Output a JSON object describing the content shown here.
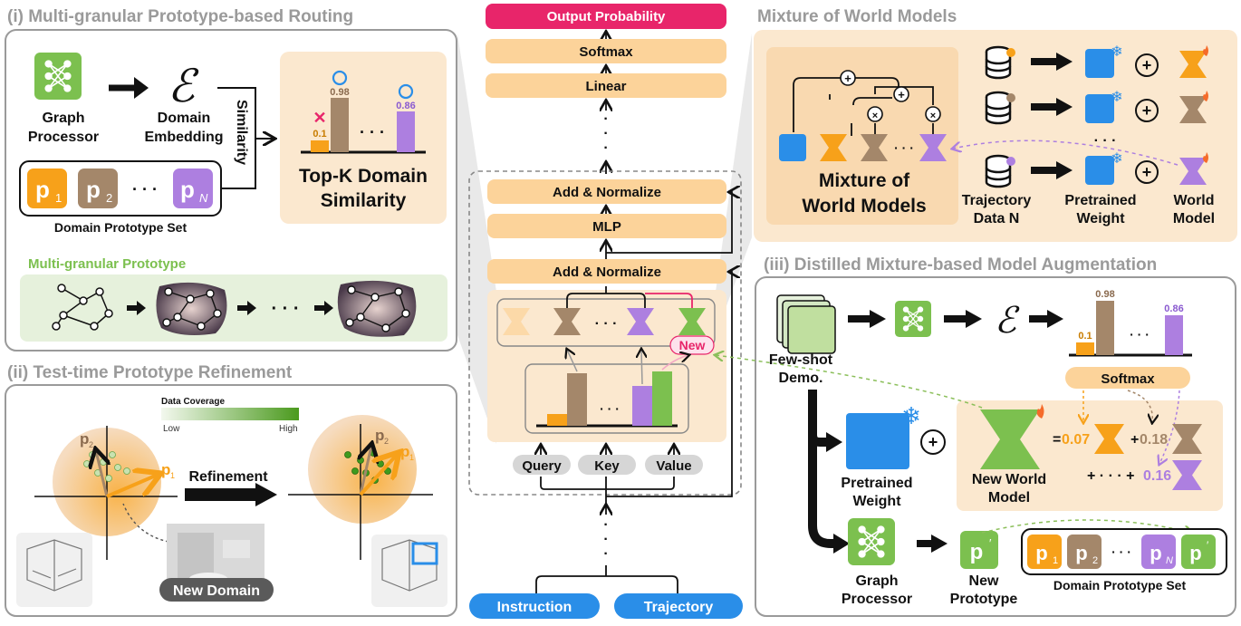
{
  "panel_i": {
    "title": "(i) Multi-granular Prototype-based Routing",
    "graph_processor": [
      "Graph",
      "Processor"
    ],
    "domain_embedding": [
      "Domain",
      "Embedding"
    ],
    "embedding_symbol": "ℰ",
    "similarity": "Similarity",
    "bar_value_low": "0.1",
    "bar_value_high": "0.98",
    "bar_value_other": "0.86",
    "dots": "· · ·",
    "topk": [
      "Top-K Domain",
      "Similarity"
    ],
    "prototypes": [
      "p",
      "p",
      "p"
    ],
    "prototype_subs": [
      "1",
      "2",
      "N"
    ],
    "prototype_set": "Domain Prototype Set",
    "multigranular": "Multi-granular Prototype"
  },
  "panel_ii": {
    "title": "(ii) Test-time Prototype Refinement",
    "coverage_title": "Data Coverage",
    "coverage_low": "Low",
    "coverage_high": "High",
    "p2": "p",
    "p1": "p",
    "refinement": "Refinement",
    "new_domain": "New Domain"
  },
  "center": {
    "output": "Output Probability",
    "softmax": "Softmax",
    "linear": "Linear",
    "add_norm_top": "Add & Normalize",
    "mlp": "MLP",
    "add_norm_bottom": "Add & Normalize",
    "new": "New",
    "query": "Query",
    "key": "Key",
    "value": "Value",
    "instruction": "Instruction",
    "trajectory": "Trajectory"
  },
  "panel_mix": {
    "title": "Mixture of World Models",
    "mixture": [
      "Mixture of",
      "World Models"
    ],
    "trajectory_data": [
      "Trajectory",
      "Data N"
    ],
    "pretrained_weight": [
      "Pretrained",
      "Weight"
    ],
    "world_model": [
      "World",
      "Model"
    ]
  },
  "panel_iii": {
    "title": "(iii) Distilled Mixture-based Model Augmentation",
    "fewshot": [
      "Few-shot",
      "Demo."
    ],
    "bar_value_low": "0.1",
    "bar_value_high": "0.98",
    "bar_value_other": "0.86",
    "softmax": "Softmax",
    "pretrained_weight": [
      "Pretrained",
      "Weight"
    ],
    "new_world_model": [
      "New World",
      "Model"
    ],
    "coef1": "0.07",
    "coef2": "0.18",
    "coef3": "0.16",
    "eq": "=",
    "plus": "+",
    "dots_plus": "+ · · · +",
    "graph_processor": [
      "Graph",
      "Processor"
    ],
    "new_prototype": [
      "New",
      "Prototype"
    ],
    "prototype_set": "Domain Prototype Set"
  },
  "colors": {
    "orange": "#f7a11a",
    "brown": "#a4876a",
    "purple": "#ad7fe0",
    "green": "#7cc04f",
    "blue": "#2a8ee8",
    "pink": "#e8256a",
    "peach": "#fbe8cf",
    "block": "#fcd39a"
  }
}
